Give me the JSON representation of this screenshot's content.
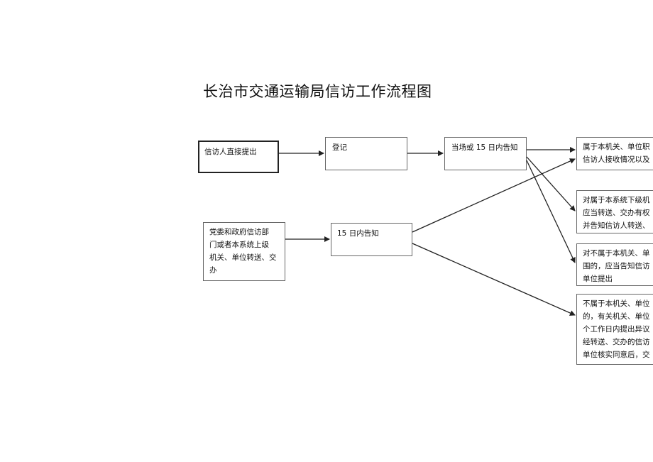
{
  "title": "长治市交通运输局信访工作流程图",
  "boxes": {
    "petitioner": "信访人直接提出",
    "register": "登记",
    "notify_immediate": "当场或 15 日内告知",
    "referral_source": "党委和政府信访部\n门或者本系统上级\n机关、单位转送、交\n办",
    "notify_15": "15 日内告知",
    "out1": "属于本机关、单位职\n信访人接收情况以及",
    "out2": "对属于本系统下级机\n应当转送、交办有权\n并告知信访人转送、",
    "out3": "对不属于本机关、单\n围的，应当告知信访\n单位提出",
    "out4": "不属于本机关、单位\n的，有关机关、单位\n个工作日内提出异议\n经转送、交办的信访\n单位核实同意后，交"
  },
  "colors": {
    "line": "#222222",
    "box_border": "#666666"
  }
}
